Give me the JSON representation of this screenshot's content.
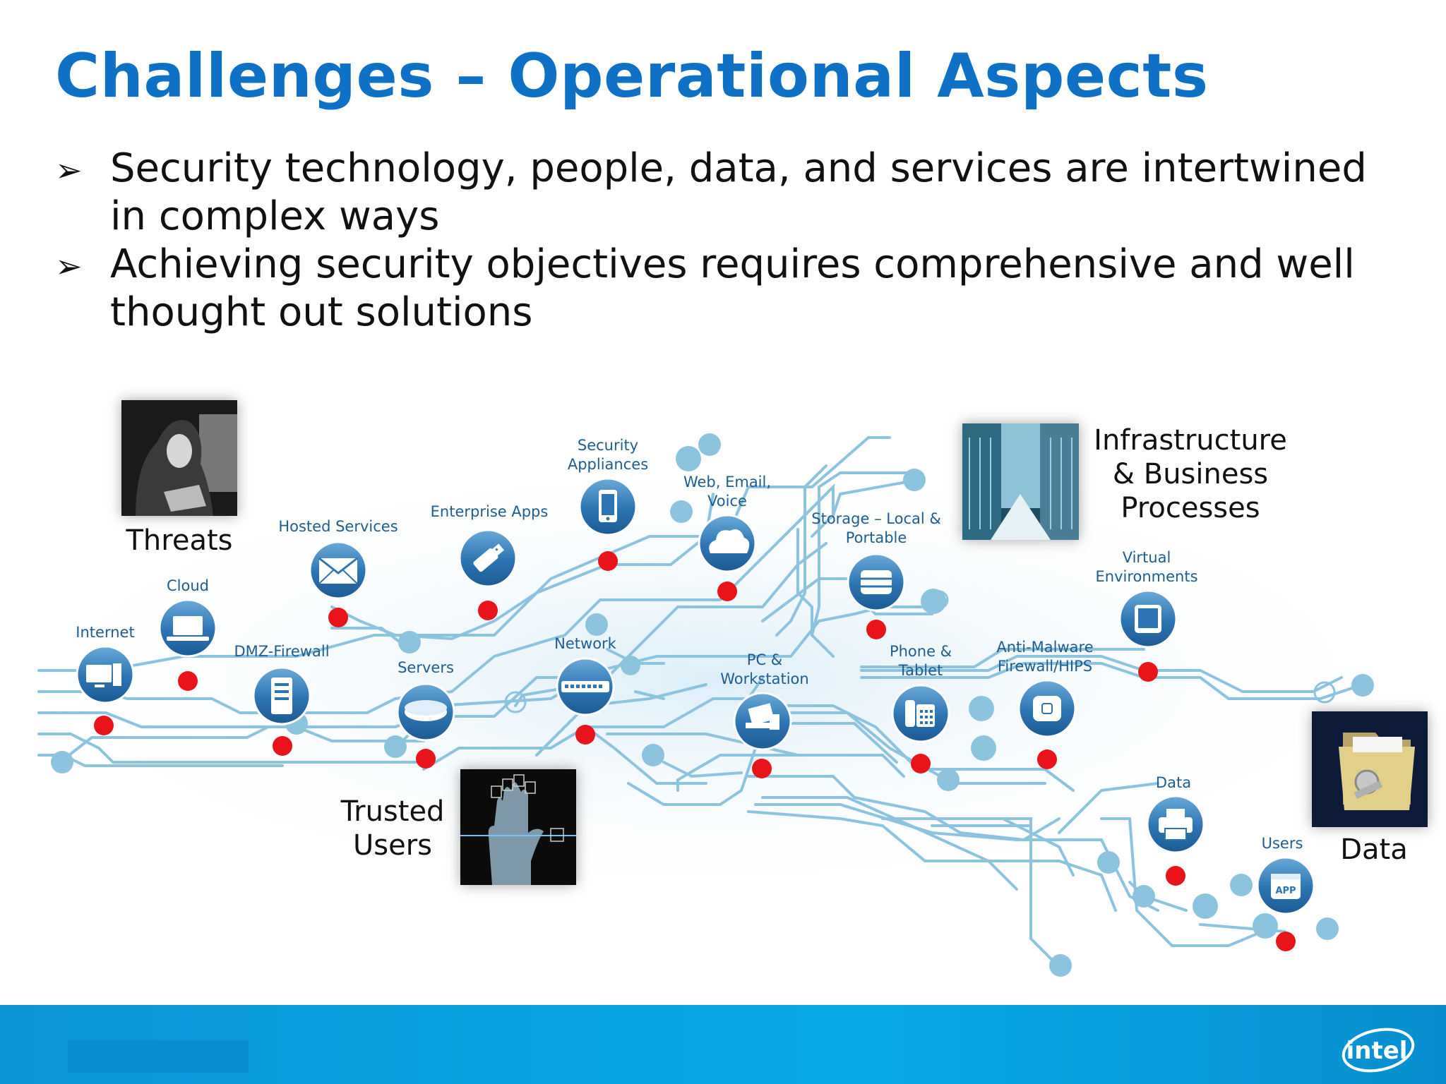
{
  "slide": {
    "title": "Challenges – Operational Aspects",
    "bullets": [
      "Security technology, people, data, and services are intertwined in complex ways",
      "Achieving security objectives requires comprehensive and well thought out solutions"
    ]
  },
  "diagram": {
    "nodes": [
      {
        "label": "Internet",
        "icon": "desktop-icon"
      },
      {
        "label": "Cloud",
        "icon": "laptop-icon"
      },
      {
        "label": "DMZ-Firewall",
        "icon": "server-tower-icon"
      },
      {
        "label": "Hosted Services",
        "icon": "envelope-icon"
      },
      {
        "label": "Servers",
        "icon": "disk-icon"
      },
      {
        "label": "Enterprise Apps",
        "icon": "usb-icon"
      },
      {
        "label": "Network",
        "icon": "switch-icon"
      },
      {
        "label": "Security Appliances",
        "icon": "phone-icon"
      },
      {
        "label": "Web, Email, Voice",
        "icon": "cloud-icon"
      },
      {
        "label": "PC & Workstation",
        "icon": "workstation-icon"
      },
      {
        "label": "Storage – Local & Portable",
        "icon": "database-icon"
      },
      {
        "label": "Phone & Tablet",
        "icon": "desk-phone-icon"
      },
      {
        "label": "Anti-Malware Firewall/HIPS",
        "icon": "appliance-icon"
      },
      {
        "label": "Virtual Environments",
        "icon": "tablet-icon"
      },
      {
        "label": "Data",
        "icon": "printer-icon"
      },
      {
        "label": "Users",
        "icon": "app-icon"
      }
    ],
    "pictures": [
      {
        "label": "Threats",
        "icon": "hooded-hacker-icon"
      },
      {
        "label": "Infrastructure & Business Processes",
        "icon": "datacenter-icon"
      },
      {
        "label": "Trusted Users",
        "icon": "fingerprint-hand-icon"
      },
      {
        "label": "Data",
        "icon": "locked-folder-icon"
      }
    ],
    "colors": {
      "trace": "#8cc4e0",
      "node": "#2f7bb8",
      "dot": "#e8141a"
    }
  },
  "footer": {
    "logo": "intel"
  }
}
